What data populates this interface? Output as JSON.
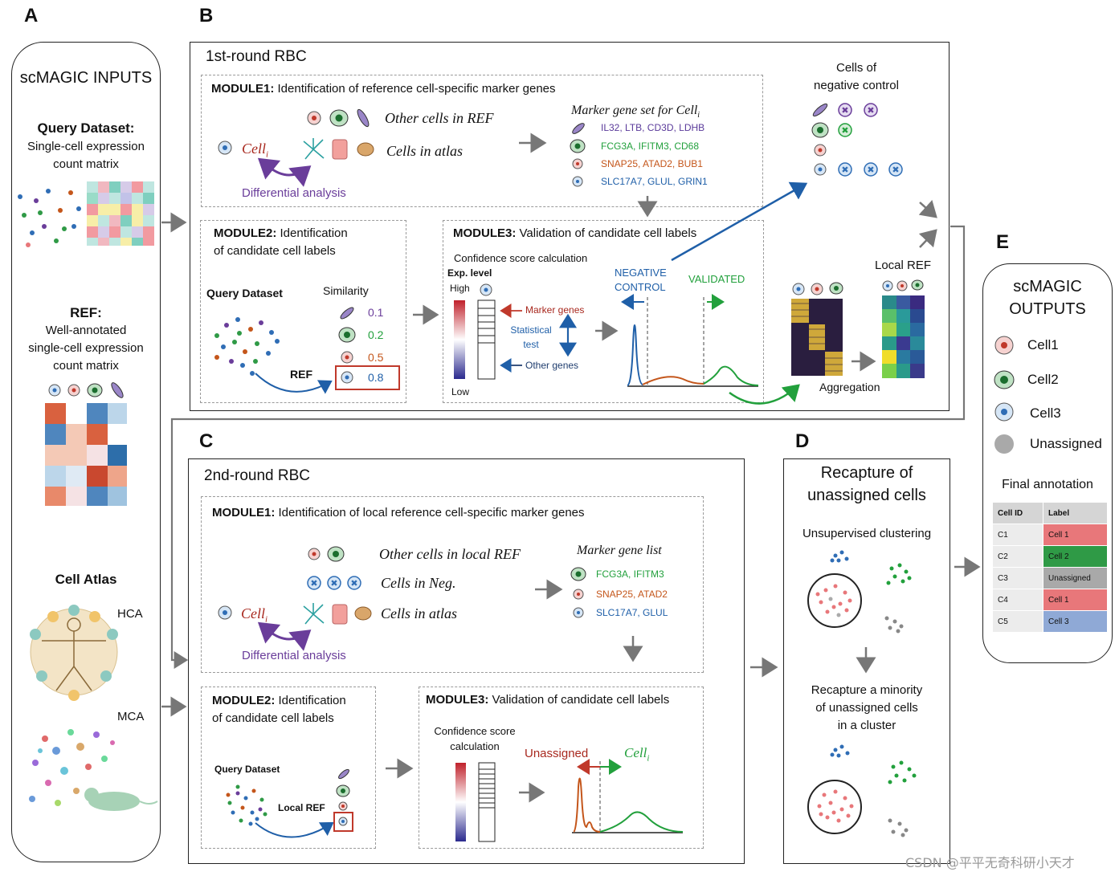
{
  "panels": {
    "a": "A",
    "b": "B",
    "c": "C",
    "d": "D",
    "e": "E"
  },
  "inputs": {
    "title": "scMAGIC INPUTS",
    "query_title": "Query Dataset:",
    "query_desc": [
      "Single-cell expression",
      "count matrix"
    ],
    "ref_title": "REF:",
    "ref_desc": [
      "Well-annotated",
      "single-cell expression",
      "count matrix"
    ],
    "atlas_title": "Cell Atlas",
    "hca": "HCA",
    "mca": "MCA"
  },
  "round1": {
    "title": "1st-round RBC",
    "m1_bold": "MODULE1:",
    "m1_rest": " Identification of reference cell-specific marker genes",
    "other_cells": "Other cells in REF",
    "cell_i": "Cell",
    "cell_i_sub": "i",
    "cells_atlas": "Cells in atlas",
    "diff": "Differential analysis",
    "marker_set": "Marker gene set for Cell",
    "markers": [
      "IL32, LTB, CD3D, LDHB",
      "FCG3A, IFITM3, CD68",
      "SNAP25, ATAD2, BUB1",
      "SLC17A7, GLUL, GRIN1"
    ],
    "neg_title": [
      "Cells of",
      "negative control"
    ],
    "m2_bold": "MODULE2:",
    "m2_rest": " Identification",
    "m2_line2": "of candidate cell labels",
    "query": "Query Dataset",
    "similarity": "Similarity",
    "sims": [
      "0.1",
      "0.2",
      "0.5",
      "0.8"
    ],
    "ref": "REF",
    "m3_bold": "MODULE3:",
    "m3_rest": " Validation of candidate cell labels",
    "conf": "Confidence score calculation",
    "exp_level": "Exp. level",
    "high": "High",
    "low": "Low",
    "marker_genes": "Marker genes",
    "stat_test": [
      "Statistical",
      "test"
    ],
    "other_genes": "Other genes",
    "neg_ctrl": [
      "NEGATIVE",
      "CONTROL"
    ],
    "validated": "VALIDATED",
    "local_ref": "Local REF",
    "aggregation": "Aggregation"
  },
  "round2": {
    "title": "2nd-round RBC",
    "m1_bold": "MODULE1:",
    "m1_rest": " Identification of local reference cell-specific marker genes",
    "other_local": "Other cells in local REF",
    "cells_neg": "Cells in Neg.",
    "cell_i": "Cell",
    "cell_i_sub": "i",
    "cells_atlas": "Cells in atlas",
    "diff": "Differential analysis",
    "marker_list": "Marker gene list",
    "markers": [
      "FCG3A, IFITM3",
      "SNAP25, ATAD2",
      "SLC17A7, GLUL"
    ],
    "m2_bold": "MODULE2:",
    "m2_rest": " Identification",
    "m2_line2": "of candidate cell labels",
    "query": "Query Dataset",
    "local_ref": "Local REF",
    "m3_bold": "MODULE3:",
    "m3_rest": " Validation of candidate cell labels",
    "conf": [
      "Confidence score",
      "calculation"
    ],
    "unassigned": "Unassigned",
    "cell_i2": "Cell",
    "cell_i2_sub": "i"
  },
  "recapture": {
    "title": [
      "Recapture of",
      "unassigned cells"
    ],
    "clustering": "Unsupervised clustering",
    "minority": [
      "Recapture a minority",
      "of unassigned cells",
      "in a cluster"
    ]
  },
  "outputs": {
    "title": [
      "scMAGIC",
      "OUTPUTS"
    ],
    "legend": [
      "Cell1",
      "Cell2",
      "Cell3",
      "Unassigned"
    ],
    "final": "Final annotation",
    "headers": [
      "Cell ID",
      "Label"
    ],
    "rows": [
      {
        "id": "C1",
        "label": "Cell 1"
      },
      {
        "id": "C2",
        "label": "Cell 2"
      },
      {
        "id": "C3",
        "label": "Unassigned"
      },
      {
        "id": "C4",
        "label": "Cell 1"
      },
      {
        "id": "C5",
        "label": "Cell 3"
      }
    ]
  },
  "watermark": "CSDN @平平无奇科研小天才",
  "colors": {
    "cell1": "#e8777a",
    "cell2": "#2f9a46",
    "cell3": "#2f6db5",
    "unassigned": "#a9a9a9",
    "purple": "#6a3d9a",
    "red": "#c0392b",
    "blue": "#1f5fa8",
    "green": "#22a03c",
    "orange": "#c4561b"
  }
}
